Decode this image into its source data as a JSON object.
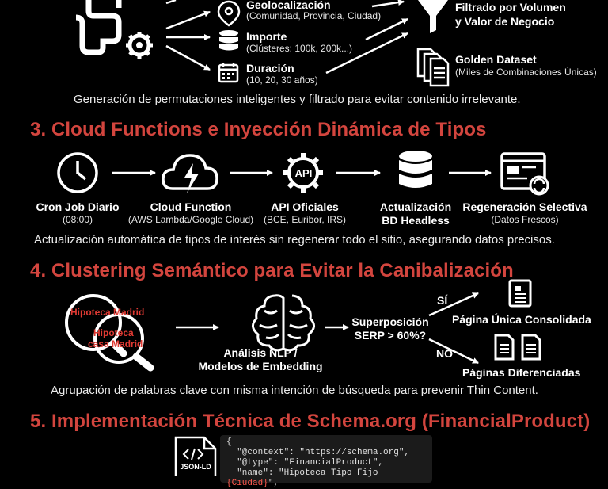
{
  "section2": {
    "geo_title": "Geolocalización",
    "geo_sub": "(Comunidad, Provincia, Ciudad)",
    "imp_title": "Importe",
    "imp_sub": "(Clústeres: 100k, 200k...)",
    "dur_title": "Duración",
    "dur_sub": "(10, 20, 30 años)",
    "filter_line1": "Filtrado por Volumen",
    "filter_line2": "y Valor de Negocio",
    "golden_title": "Golden Dataset",
    "golden_sub": "(Miles de Combinaciones Únicas)",
    "caption": "Generación de permutaciones inteligentes y filtrado para evitar contenido irrelevante."
  },
  "section3": {
    "title": "3. Cloud Functions e Inyección Dinámica de Tipos",
    "steps": [
      {
        "title": "Cron Job Diario",
        "sub": "(08:00)"
      },
      {
        "title": "Cloud Function",
        "sub": "(AWS Lambda/Google Cloud)"
      },
      {
        "title": "API Oficiales",
        "sub": "(BCE, Euribor, IRS)"
      },
      {
        "title": "Actualización",
        "title2": "BD Headless"
      },
      {
        "title": "Regeneración Selectiva",
        "sub": "(Datos Frescos)"
      }
    ],
    "api_badge": "API",
    "caption": "Actualización automática de tipos de interés sin regenerar todo el sitio, asegurando datos precisos."
  },
  "section4": {
    "title": "4. Clustering Semántico para Evitar la Canibalización",
    "kw1": "Hipoteca Madrid",
    "kw2_line1": "Hipoteca",
    "kw2_line2": "casa Madrid",
    "nlp_line1": "Análisis NLP /",
    "nlp_line2": "Modelos de Embedding",
    "decision_line1": "Superposición",
    "decision_line2": "SERP > 60%?",
    "yes": "SÍ",
    "no": "NO",
    "yes_result": "Página Única Consolidada",
    "no_result": "Páginas Diferenciadas",
    "caption": "Agrupación de palabras clave con misma intención de búsqueda para prevenir Thin Content."
  },
  "section5": {
    "title": "5. Implementación Técnica de Schema.org (FinancialProduct)",
    "file_badge": "JSON-LD",
    "code_line0": "{",
    "code_k1": "\"@context\"",
    "code_v1": "\"https://schema.org\",",
    "code_k2": "\"@type\"",
    "code_v2": "\"FinancialProduct\",",
    "code_k3": "\"name\"",
    "code_v3a": "\"Hipoteca Tipo Fijo ",
    "code_v3b": "{Ciudad}",
    "code_v3c": "\","
  }
}
